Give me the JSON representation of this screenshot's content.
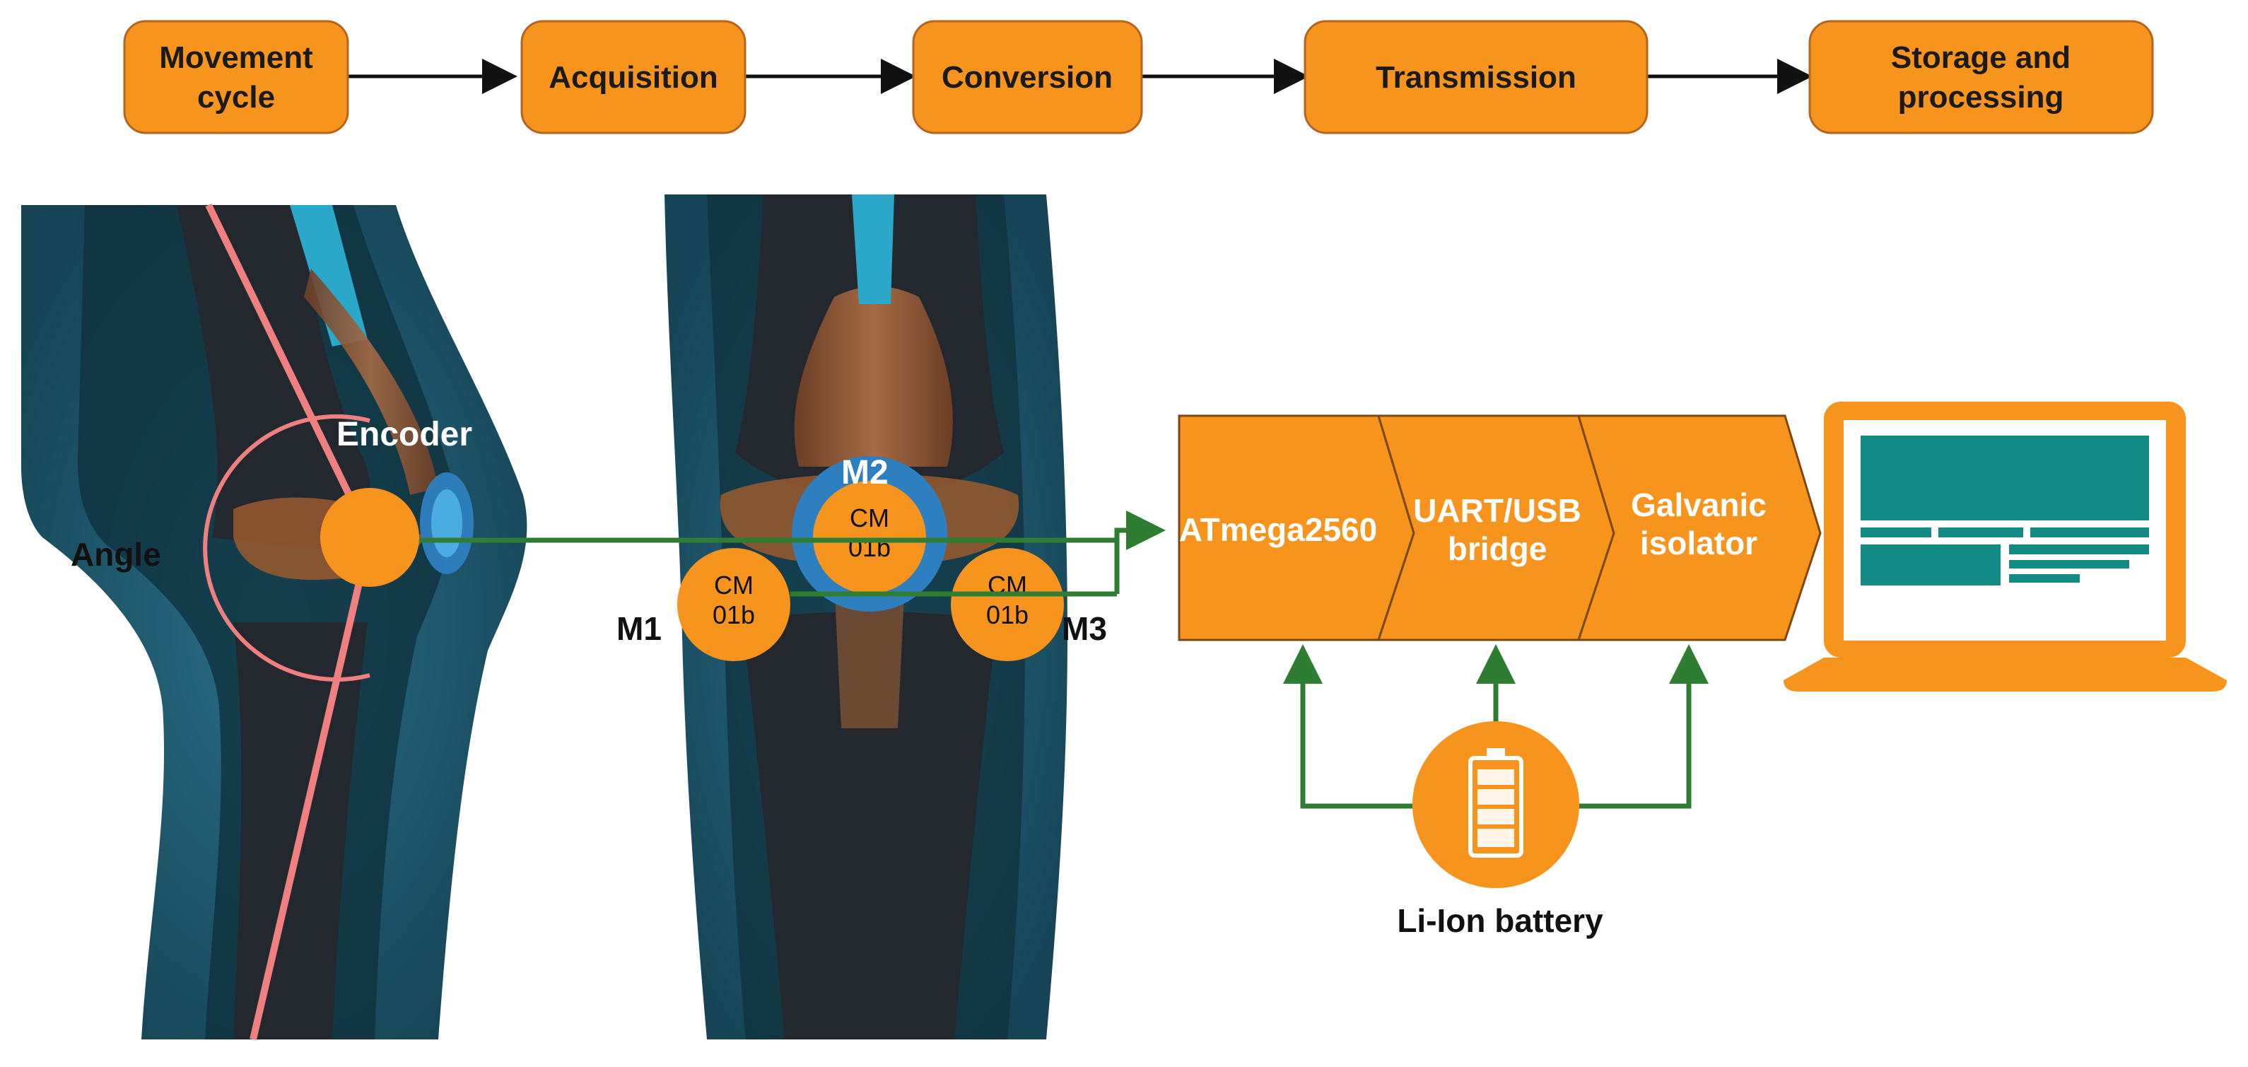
{
  "pipeline": {
    "stages": [
      {
        "line1": "Movement",
        "line2": "cycle"
      },
      {
        "line1": "Acquisition",
        "line2": ""
      },
      {
        "line1": "Conversion",
        "line2": ""
      },
      {
        "line1": "Transmission",
        "line2": ""
      },
      {
        "line1": "Storage and",
        "line2": "processing"
      }
    ]
  },
  "side_view": {
    "angle_label": "Angle",
    "encoder_label": "Encoder"
  },
  "front_view": {
    "sensors": [
      {
        "id": "M1",
        "line1": "CM",
        "line2": "01b"
      },
      {
        "id": "M2",
        "line1": "CM",
        "line2": "01b"
      },
      {
        "id": "M3",
        "line1": "CM",
        "line2": "01b"
      }
    ]
  },
  "hardware": {
    "blocks": [
      {
        "line1": "ATmega2560",
        "line2": ""
      },
      {
        "line1": "UART/USB",
        "line2": "bridge"
      },
      {
        "line1": "Galvanic",
        "line2": "isolator"
      }
    ],
    "battery_label": "Li-Ion battery"
  },
  "colors": {
    "orange": "#F7941D",
    "orange_stroke": "#C8731A",
    "green_wire": "#2E7D32",
    "skin_teal": "#1E5366",
    "bone_dark": "#1c1f24",
    "muscle": "#8B5A3C",
    "angle_line": "#F08080",
    "screen_teal": "#138A84",
    "encoder_blue": "#2E7FC0"
  }
}
